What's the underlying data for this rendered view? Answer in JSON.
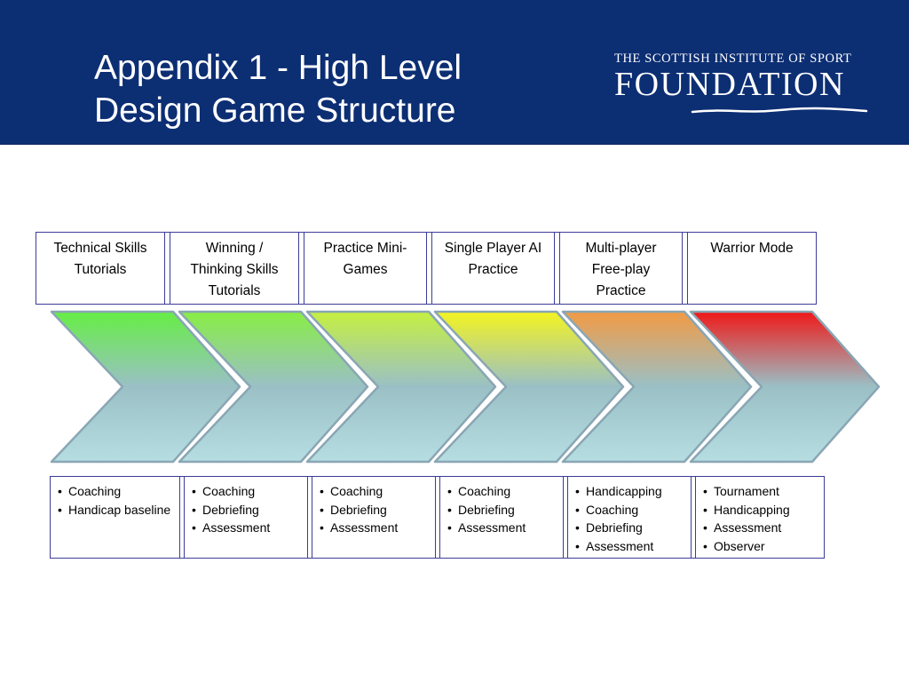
{
  "header": {
    "title_line1": "Appendix 1 - High Level",
    "title_line2": "Design Game Structure"
  },
  "logo": {
    "top_text": "THE SCOTTISH INSTITUTE OF SPORT",
    "main_text": "FOUNDATION"
  },
  "stages": [
    {
      "label": "Technical Skills\nTutorials",
      "color": "#66ee44",
      "items": [
        "Coaching",
        "Handicap baseline"
      ]
    },
    {
      "label": "Winning /\nThinking Skills\nTutorials",
      "color": "#88ee44",
      "items": [
        "Coaching",
        "Debriefing",
        "Assessment"
      ]
    },
    {
      "label": "Practice Mini-\nGames",
      "color": "#c6f040",
      "items": [
        "Coaching",
        "Debriefing",
        "Assessment"
      ]
    },
    {
      "label": "Single Player AI\nPractice",
      "color": "#f4f420",
      "items": [
        "Coaching",
        "Debriefing",
        "Assessment"
      ]
    },
    {
      "label": "Multi-player\nFree-play\nPractice",
      "color": "#f29a44",
      "items": [
        "Handicapping",
        "Coaching",
        "Debriefing",
        "Assessment"
      ]
    },
    {
      "label": "Warrior Mode",
      "color": "#f01818",
      "items": [
        "Tournament",
        "Handicapping",
        "Assessment",
        "Observer"
      ]
    }
  ],
  "colors": {
    "header_bg": "#0c2e73",
    "chevron_bottom": "#b6dee2",
    "chevron_mid": "#9ac0c6",
    "box_border": "#3c3c99"
  }
}
